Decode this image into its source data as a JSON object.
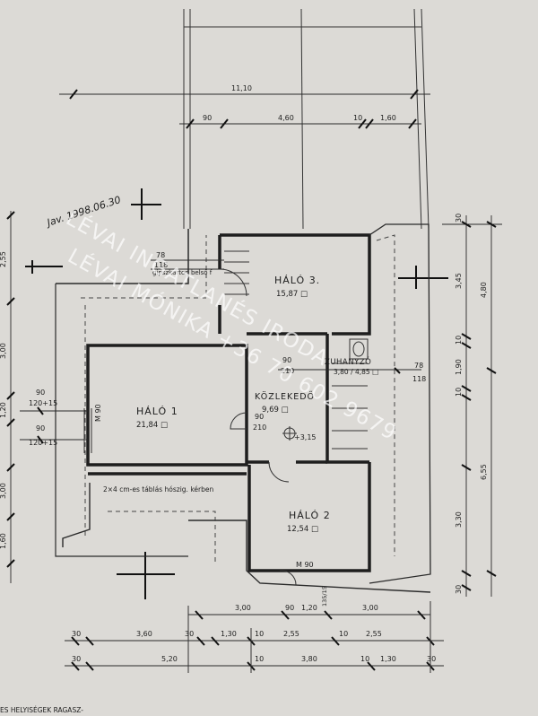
{
  "rooms": {
    "halo3": {
      "name": "HÁLÓ 3.",
      "area": "15,87 □"
    },
    "halo1": {
      "name": "HÁLÓ 1",
      "area": "21,84 □"
    },
    "halo2": {
      "name": "HÁLÓ 2",
      "area": "12,54 □"
    },
    "kozlekedo": {
      "name": "KÖZLEKEDŐ",
      "area": "9,69 □"
    },
    "zuhanyzo": {
      "name": "ZUHANYZÓ",
      "area": "3,80 / 4,85 □"
    }
  },
  "notes": {
    "gipszkarton": "gipszkarton belső f",
    "tabla": "2×4 cm-es táblás hószig. kérben",
    "handwritten": "Jav. 1998.06.30",
    "bottom": "ES HELYISÉGEK RAGASZ-",
    "level": "+3,15"
  },
  "watermark": {
    "line1": "LÉVAI INGATLANÉS IRODA",
    "line2": "LÉVAI MÓNIKA +36 70 602 9679"
  },
  "dims": {
    "top_total": "11,10",
    "top_a": "90",
    "top_b": "4,60",
    "top_c": "10",
    "top_d": "1,60",
    "left_a": "2,55",
    "left_b": "3,00",
    "left_c": "1,20",
    "left_d": "3,00",
    "left_e": "1,60",
    "left_90a": "90",
    "left_12015a": "120+15",
    "left_90b": "90",
    "left_12015b": "120+15",
    "right_30a": "30",
    "right_345": "3,45",
    "right_480": "4,80",
    "right_10a": "10",
    "right_190": "1,90",
    "right_10b": "10",
    "right_655": "6,55",
    "right_330": "3,30",
    "right_30b": "30",
    "door_78a": "78",
    "door_118a": "118",
    "door_78b": "78",
    "door_118b": "118",
    "door_90": "90",
    "door_210": "210",
    "door_90b": "90",
    "door_210b": "210",
    "door_m90a": "M 90",
    "door_m90b": "M 90",
    "bot1_300a": "3,00",
    "bot1_90": "90",
    "bot1_120": "1,20",
    "bot1_135": "135/15",
    "bot1_300b": "3,00",
    "bot2_30a": "30",
    "bot2_360": "3,60",
    "bot2_30b": "30",
    "bot2_130": "1,30",
    "bot2_10a": "10",
    "bot2_255a": "2,55",
    "bot2_10b": "10",
    "bot2_255b": "2,55",
    "bot3_30a": "30",
    "bot3_520": "5,20",
    "bot3_10a": "10",
    "bot3_380": "3,80",
    "bot3_10b": "10",
    "bot3_130": "1,30",
    "bot3_30b": "30"
  }
}
